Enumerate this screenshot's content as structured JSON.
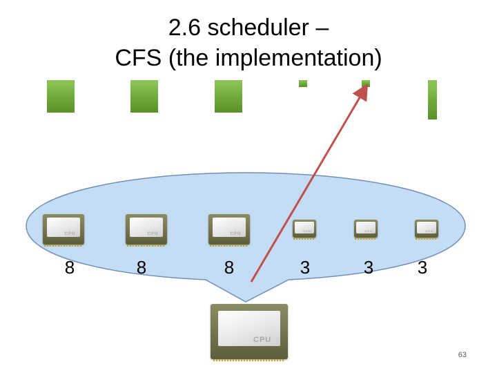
{
  "title": {
    "line1": "2.6 scheduler –",
    "line2": "CFS (the implementation)"
  },
  "tasks": [
    {
      "weight": "8",
      "bar_level": 1.0,
      "chip_label": "CPU"
    },
    {
      "weight": "8",
      "bar_level": 1.0,
      "chip_label": "CPU"
    },
    {
      "weight": "8",
      "bar_level": 1.0,
      "chip_label": "CPU"
    },
    {
      "weight": "3",
      "bar_level": 0.21,
      "chip_label": "CPU"
    },
    {
      "weight": "3",
      "bar_level": 0.21,
      "chip_label": "CPU"
    },
    {
      "weight": "3",
      "bar_level": 1.21,
      "chip_label": "CPU"
    }
  ],
  "main_cpu": {
    "label": "CPU"
  },
  "colors": {
    "bar_green": "#6ea83a",
    "bubble_fill": "#c5dcf5",
    "bubble_stroke": "#6f8fb8",
    "arrow": "#c0504d"
  },
  "page_number": "63"
}
